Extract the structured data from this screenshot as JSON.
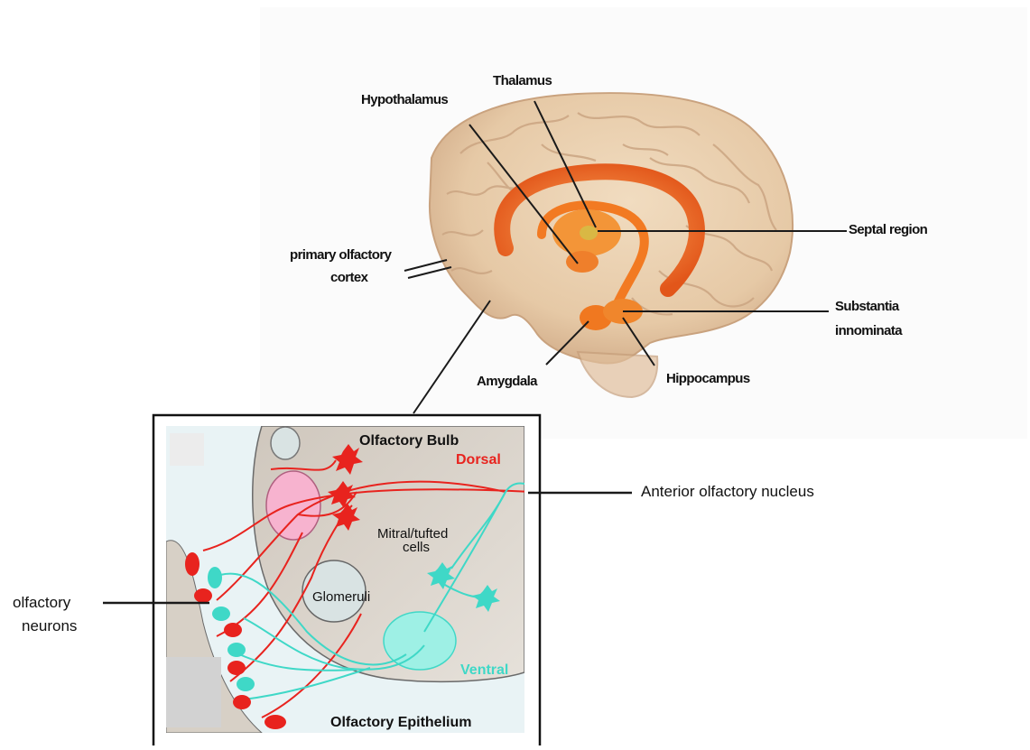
{
  "brain_labels": {
    "thalamus": "Thalamus",
    "hypothalamus": "Hypothalamus",
    "septal_region": "Septal region",
    "primary_olfactory_cortex_line1": "primary olfactory",
    "primary_olfactory_cortex_line2": "cortex",
    "substantia_innominata_line1": "Substantia",
    "substantia_innominata_line2": "innominata",
    "amygdala": "Amygdala",
    "hippocampus": "Hippocampus"
  },
  "inset_labels": {
    "olfactory_bulb": "Olfactory Bulb",
    "dorsal": "Dorsal",
    "mitral_tufted_line1": "Mitral/tufted",
    "mitral_tufted_line2": "cells",
    "glomeruli": "Glomeruli",
    "ventral": "Ventral",
    "olfactory_epithelium": "Olfactory Epithelium"
  },
  "side_labels": {
    "anterior_olfactory_nucleus": "Anterior olfactory nucleus",
    "olfactory_neurons_line1": "olfactory",
    "olfactory_neurons_line2": "neurons"
  },
  "colors": {
    "brain_tissue": "#e9cfb0",
    "limbic_orange": "#f07a1e",
    "dorsal_red": "#e8231e",
    "ventral_cyan": "#3fd8c7",
    "bulb_gray": "#d5d0c8",
    "glomerulus_pink": "#f7b3cf"
  }
}
